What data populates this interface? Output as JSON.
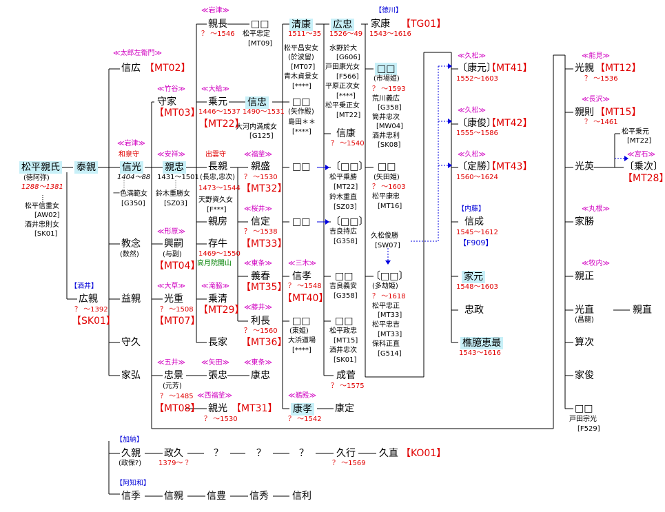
{
  "nodes": {
    "matsudaira_chikauji": {
      "label": "松平親氏",
      "sub": "(徳阿弥)",
      "date": "1288～1381"
    },
    "chikauji_wives": [
      "松平信重女",
      "[AW02]",
      "酒井忠則女",
      "[SK01]"
    ],
    "yasuchika": {
      "label": "泰親"
    },
    "nobuhiro": {
      "label": "信広",
      "code": "【MT02】",
      "tag": "≪太郎左衛門≫"
    },
    "nobumitsu": {
      "label": "信光",
      "tag1": "≪岩津≫",
      "tag2": "和泉守",
      "date": "1404～88"
    },
    "nobumitsu_wife": [
      "一色満範女",
      "[G350]"
    ],
    "noritsuna": {
      "label": "教念",
      "sub": "(数然)"
    },
    "masuchika": {
      "label": "益親"
    },
    "morihisa": {
      "label": "守久"
    },
    "iehiro": {
      "label": "家弘"
    },
    "sakai_tag": "【酒井】",
    "hirochika": {
      "label": "広親",
      "date": "？ ～1392",
      "code": "【SK01】"
    },
    "moriie": {
      "label": "守家",
      "tag": "≪竹谷≫",
      "code": "【MT03】"
    },
    "chikatada": {
      "label": "親忠",
      "tag": "≪安祥≫",
      "date": "1431～1501",
      "wife": [
        "鈴木重勝女",
        "[SZ03]"
      ]
    },
    "okitsugu": {
      "label": "興嗣",
      "tag": "≪形原≫",
      "sub": "(与副)",
      "code": "【MT04】"
    },
    "mitsushige": {
      "label": "光重",
      "tag": "≪大草≫",
      "date": "？ ～1508",
      "code": "【MT07】"
    },
    "tadakage": {
      "label": "忠景",
      "tag": "≪五井≫",
      "sub": "(元芳)",
      "date": "？ ～1485",
      "code": "【MT08】"
    },
    "chikanaga": {
      "label": "親長",
      "tag": "≪岩津≫",
      "date": "？ ～1546"
    },
    "chikanaga_child": {
      "label": "□□",
      "note": [
        "松平忠定",
        "[MT09]"
      ]
    },
    "norimoto": {
      "label": "乗元",
      "tag": "≪大給≫",
      "date": "1446～1537",
      "code": "【MT22】"
    },
    "nobutada": {
      "label": "信忠",
      "date": "1490～1531",
      "wife": [
        "大河内満成女",
        "[G125]"
      ]
    },
    "nagachika": {
      "label": "長親",
      "tag": "出雲守",
      "sub": "(長忠,忠次)",
      "date": "1473～1544",
      "wife": [
        "天野資久女",
        "[F***]"
      ]
    },
    "chikafusa": {
      "label": "親房"
    },
    "sonngyu": {
      "label": "存牛",
      "date": "1469～1550",
      "note": "高月院開山"
    },
    "norikiyo": {
      "label": "乗清",
      "tag": "≪滝脇≫",
      "code": "【MT29】"
    },
    "nagaie": {
      "label": "長家"
    },
    "choutada": {
      "label": "張忠",
      "tag": "≪矢田≫"
    },
    "chikamitsu": {
      "label": "親光",
      "tag": "≪西福釜≫",
      "date": "？ ～1530",
      "code": "【MT31】"
    },
    "chikamori": {
      "label": "親盛",
      "tag": "≪福釜≫",
      "date": "？ ～1530",
      "code": "【MT32】"
    },
    "nobusada": {
      "label": "信定",
      "tag": "≪桜井≫",
      "date": "？ ～1538",
      "code": "【MT33】"
    },
    "yoshiharu": {
      "label": "義春",
      "tag": "≪東条≫",
      "code": "【MT35】"
    },
    "toshinaga": {
      "label": "利長",
      "tag": "≪藤井≫",
      "date": "？ ～1560",
      "code": "【MT36】"
    },
    "yasutada": {
      "label": "康忠",
      "tag": "≪東条≫"
    },
    "kiyoyasu": {
      "label": "清康",
      "date": "1511～35",
      "wives": [
        "松平昌安女",
        "(於波留)",
        "[MT07]",
        "青木貞景女",
        "[****]"
      ]
    },
    "kiyoyasu_d1": {
      "label": "□□",
      "sub": "(矢作殿)",
      "wife": [
        "島田＊＊",
        "[****]"
      ]
    },
    "kiyoyasu_d2": {
      "label": "□□"
    },
    "kiyoyasu_d3": {
      "label": "□□"
    },
    "nobutaka": {
      "label": "信孝",
      "tag": "≪三木≫",
      "date": "？ ～1548",
      "code": "【MT40】"
    },
    "kiyoyasu_d4": {
      "label": "□□",
      "sub": "(東姫)",
      "wife": [
        "大浜道場",
        "[****]"
      ]
    },
    "yasutaka": {
      "label": "康孝",
      "tag": "≪鵜殿≫",
      "date": "？ ～1542"
    },
    "yasusada": {
      "label": "康定"
    },
    "hirotada": {
      "label": "広忠",
      "date": "1526～49",
      "wives": [
        "水野於大",
        "[G606]",
        "戸田康光女",
        "[F566]",
        "平原正次女",
        "[****]",
        "松平乗正女",
        "[MT22]"
      ]
    },
    "nobuyasu": {
      "label": "信康",
      "date": "？ ～1540"
    },
    "hirotada_d1": {
      "label": "〔□□〕",
      "wife": [
        "松平乗勝",
        "[MT22]",
        "鈴木重直",
        "[SZ03]"
      ]
    },
    "hirotada_d2": {
      "label": "〔□□〕",
      "wife": [
        "吉良持広",
        "[G358]"
      ]
    },
    "hirotada_d3": {
      "label": "□□",
      "wife": [
        "吉良義安",
        "[G358]"
      ]
    },
    "hirotada_d4": {
      "label": "□□",
      "wife": [
        "松平政忠",
        "[MT15]",
        "酒井忠次",
        "[SK01]"
      ]
    },
    "nariyuki": {
      "label": "成菅",
      "date": "？ ～1575"
    },
    "tokugawa_tag": "【徳川】",
    "ieyasu": {
      "label": "家康",
      "date": "1543～1616",
      "code": "【TG01】"
    },
    "ichibahime": {
      "label": "□□",
      "sub": "(市場姫)",
      "date": "？ ～1593",
      "wives": [
        "荒川義広",
        "[G358]",
        "筒井忠次",
        "[MW04]",
        "酒井忠利",
        "[SK08]"
      ]
    },
    "yadahime": {
      "label": "□□",
      "sub": "(矢田姫)",
      "date": "？ ～1603",
      "wife": [
        "松平康忠",
        "[MT16]"
      ]
    },
    "hisamatsu_toshikatsu": {
      "label": "久松俊勝",
      "code": "[SW07]"
    },
    "takeseki": {
      "label": "〔□□〕",
      "sub": "(多劫姫)",
      "date": "？ ～1618",
      "wives": [
        "松平忠正",
        "[MT33]",
        "松平忠吉",
        "[MT33]",
        "保科正直",
        "[G514]"
      ]
    },
    "yasumoto": {
      "label": "〔康元〕",
      "tag": "≪久松≫",
      "date": "1552～1603",
      "code": "【MT41】"
    },
    "yasutoshi": {
      "label": "〔康俊〕",
      "tag": "≪久松≫",
      "date": "1555～1586",
      "code": "【MT42】"
    },
    "sadakatsu": {
      "label": "〔定勝〕",
      "tag": "≪久松≫",
      "date": "1560～1624",
      "code": "【MT43】"
    },
    "naito_tag": "【内藤】",
    "nobunari": {
      "label": "信成",
      "date": "1545～1612",
      "code": "【F909】"
    },
    "iemoto": {
      "label": "家元",
      "date": "1548～1603"
    },
    "tadamasa": {
      "label": "忠政"
    },
    "kochouni": {
      "label": "樵臆恵最",
      "date": "1543～1616"
    },
    "mitsuchika": {
      "label": "光親",
      "tag": "≪能見≫",
      "date": "？ ～1536",
      "code": "【MT12】"
    },
    "chikanori": {
      "label": "親則",
      "tag": "≪長沢≫",
      "date": "？ ～1461",
      "code": "【MT15】"
    },
    "mitsuhide": {
      "label": "光英"
    },
    "norimoto_adopt": [
      "松平乗元",
      "[MT22]"
    ],
    "noritsugu": {
      "label": "〔乗次〕",
      "tag": "≪宮石≫",
      "code": "【MT28】"
    },
    "iekatsu": {
      "label": "家勝",
      "tag": "≪丸根≫"
    },
    "chikamasa": {
      "label": "親正",
      "tag": "≪牧内≫"
    },
    "mitsunao": {
      "label": "光直",
      "sub": "(昌龍)"
    },
    "chikanao": {
      "label": "親直"
    },
    "sanji": {
      "label": "算次"
    },
    "ietoshi": {
      "label": "家俊"
    },
    "last_child": {
      "label": "□□",
      "wife": [
        "戸田宗光",
        "[F529]"
      ]
    },
    "kano_tag": "【加納】",
    "hisachika": {
      "label": "久親",
      "sub": "(政保?)"
    },
    "masahisa": {
      "label": "政久",
      "date": "1379～ ？"
    },
    "q1": {
      "label": "？"
    },
    "q2": {
      "label": "？"
    },
    "q3": {
      "label": "？"
    },
    "hisayuki": {
      "label": "久行",
      "date": "？ ～1569"
    },
    "hisanao": {
      "label": "久直",
      "code": "【KO01】"
    },
    "achiwa_tag": "【阿知和】",
    "nobusue": {
      "label": "信季"
    },
    "nobuchika": {
      "label": "信親"
    },
    "nobutoyo": {
      "label": "信豊"
    },
    "nobuhide": {
      "label": "信秀"
    },
    "nobutoshi": {
      "label": "信利"
    }
  }
}
